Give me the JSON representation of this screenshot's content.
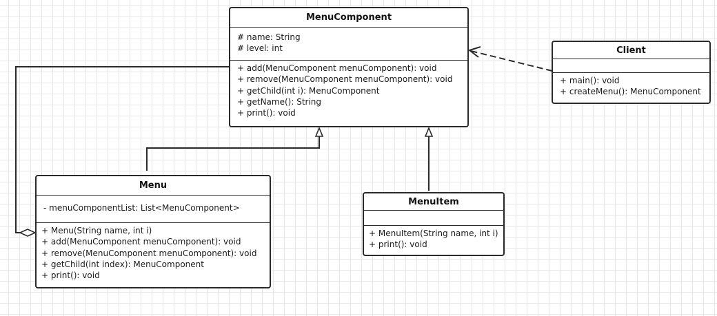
{
  "classes": {
    "menu_component": {
      "name": "MenuComponent",
      "attributes": [
        "# name: String",
        "# level: int"
      ],
      "operations": [
        "+ add(MenuComponent menuComponent): void",
        "+ remove(MenuComponent menuComponent): void",
        "+ getChild(int i): MenuComponent",
        "+ getName(): String",
        "+ print(): void"
      ]
    },
    "client": {
      "name": "Client",
      "attributes": [],
      "operations": [
        "+ main(): void",
        "+ createMenu(): MenuComponent"
      ]
    },
    "menu": {
      "name": "Menu",
      "attributes": [
        "- menuComponentList: List<MenuComponent>"
      ],
      "operations": [
        "+ Menu(String name, int i)",
        "+ add(MenuComponent menuComponent): void",
        "+ remove(MenuComponent menuComponent): void",
        "+ getChild(int index): MenuComponent",
        "+ print(): void"
      ]
    },
    "menu_item": {
      "name": "MenuItem",
      "attributes": [],
      "operations": [
        "+ MenuItem(String name, int i)",
        "+ print(): void"
      ]
    }
  },
  "relationships": [
    {
      "type": "generalization",
      "from": "Menu",
      "to": "MenuComponent"
    },
    {
      "type": "generalization",
      "from": "MenuItem",
      "to": "MenuComponent"
    },
    {
      "type": "dependency",
      "from": "Client",
      "to": "MenuComponent"
    },
    {
      "type": "aggregation",
      "whole": "Menu",
      "part": "MenuComponent"
    }
  ],
  "colors": {
    "line": "#2a2a2a",
    "grid": "#e6e6e6",
    "background": "#ffffff"
  }
}
